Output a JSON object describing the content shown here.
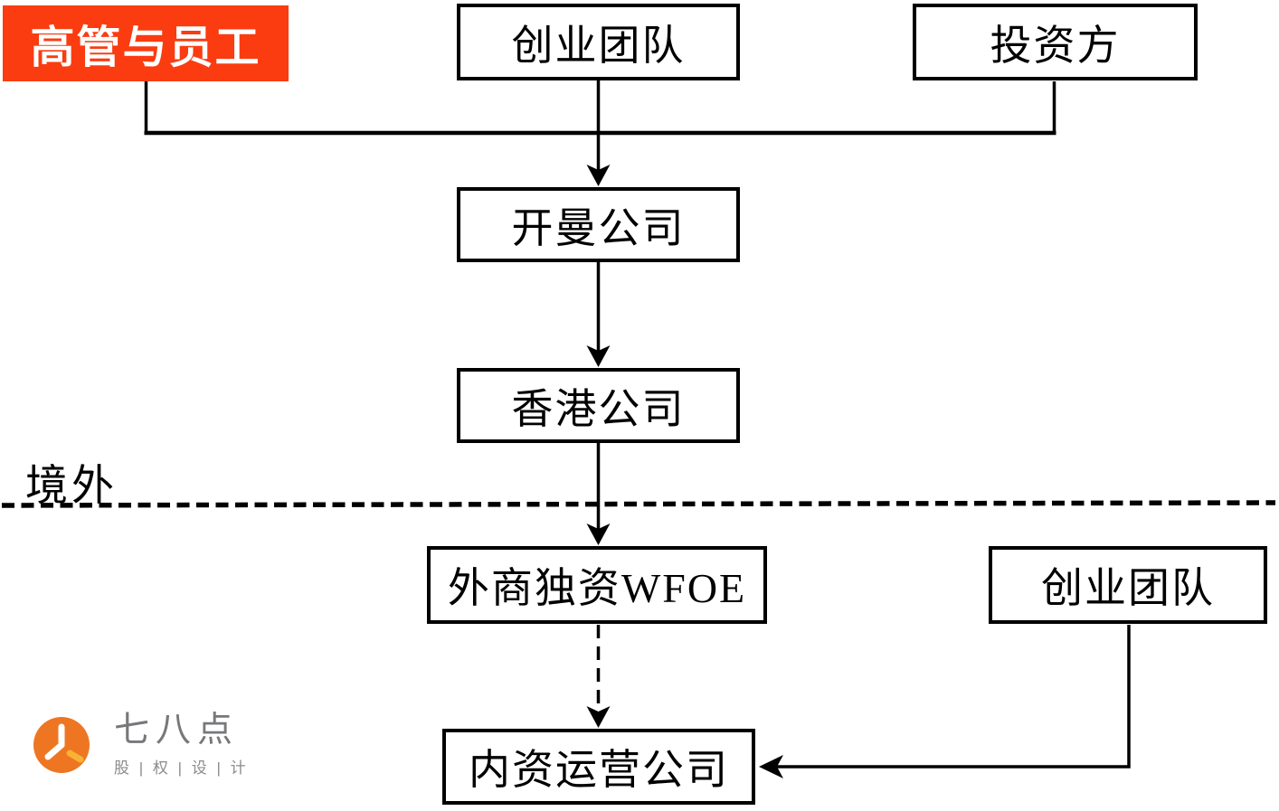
{
  "diagram": {
    "offshore_label": "境外",
    "nodes": {
      "executives": "高管与员工",
      "founders_offshore": "创业团队",
      "investors": "投资方",
      "cayman": "开曼公司",
      "hongkong": "香港公司",
      "wfoe": "外商独资WFOE",
      "founders_domestic": "创业团队",
      "domestic_opco": "内资运营公司"
    },
    "connectors": {
      "solid_arrows": "top-row to cayman; cayman to hongkong; hongkong to wfoe; founders_domestic to domestic_opco",
      "dashed_arrow": "wfoe to domestic_opco",
      "dashed_divider": "offshore / onshore boundary"
    },
    "colors": {
      "highlight_box": "#fa3c10",
      "highlight_text": "#ffffff",
      "line": "#000000",
      "box_background": "#ffffff"
    }
  },
  "logo": {
    "brand": "七八点",
    "tagline": "股 | 权 | 设 | 计",
    "icon": "clock-icon",
    "colors": {
      "circle": "#ee7623",
      "hands": "#ffffff",
      "accent_hand": "#f9b233",
      "text": "#77787b"
    }
  }
}
